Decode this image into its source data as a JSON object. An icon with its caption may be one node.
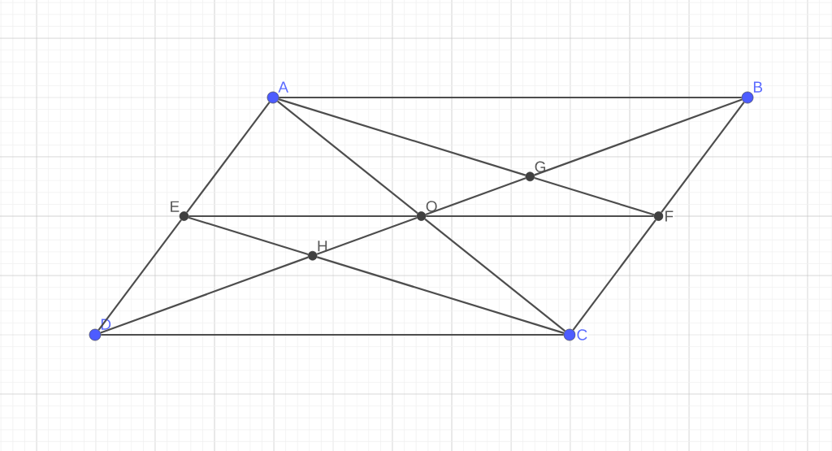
{
  "diagram": {
    "nodes": [
      {
        "text": [
          "A"
        ]
      },
      {
        "text": [
          "B"
        ]
      },
      {
        "text": [
          "C"
        ]
      },
      {
        "text": [
          "D"
        ]
      },
      {
        "text": [
          "E"
        ]
      },
      {
        "text": [
          "F"
        ]
      },
      {
        "text": [
          "O"
        ]
      },
      {
        "text": [
          "G"
        ]
      },
      {
        "text": [
          "H"
        ]
      }
    ],
    "edges": [
      {
        "from": 0,
        "to": 1,
        "arrow": "none"
      },
      {
        "from": 3,
        "to": 2,
        "arrow": "none"
      },
      {
        "from": 0,
        "to": 4,
        "arrow": "none"
      },
      {
        "from": 4,
        "to": 3,
        "arrow": "none"
      },
      {
        "from": 1,
        "to": 5,
        "arrow": "none"
      },
      {
        "from": 5,
        "to": 2,
        "arrow": "none"
      },
      {
        "from": 4,
        "to": 6,
        "arrow": "none"
      },
      {
        "from": 6,
        "to": 5,
        "arrow": "none"
      },
      {
        "from": 0,
        "to": 6,
        "arrow": "none"
      },
      {
        "from": 6,
        "to": 2,
        "arrow": "none"
      },
      {
        "from": 1,
        "to": 7,
        "arrow": "none"
      },
      {
        "from": 7,
        "to": 6,
        "arrow": "none"
      },
      {
        "from": 6,
        "to": 8,
        "arrow": "none"
      },
      {
        "from": 8,
        "to": 3,
        "arrow": "none"
      },
      {
        "from": 0,
        "to": 7,
        "arrow": "none"
      },
      {
        "from": 7,
        "to": 5,
        "arrow": "none"
      },
      {
        "from": 4,
        "to": 8,
        "arrow": "none"
      },
      {
        "from": 8,
        "to": 2,
        "arrow": "none"
      }
    ]
  }
}
